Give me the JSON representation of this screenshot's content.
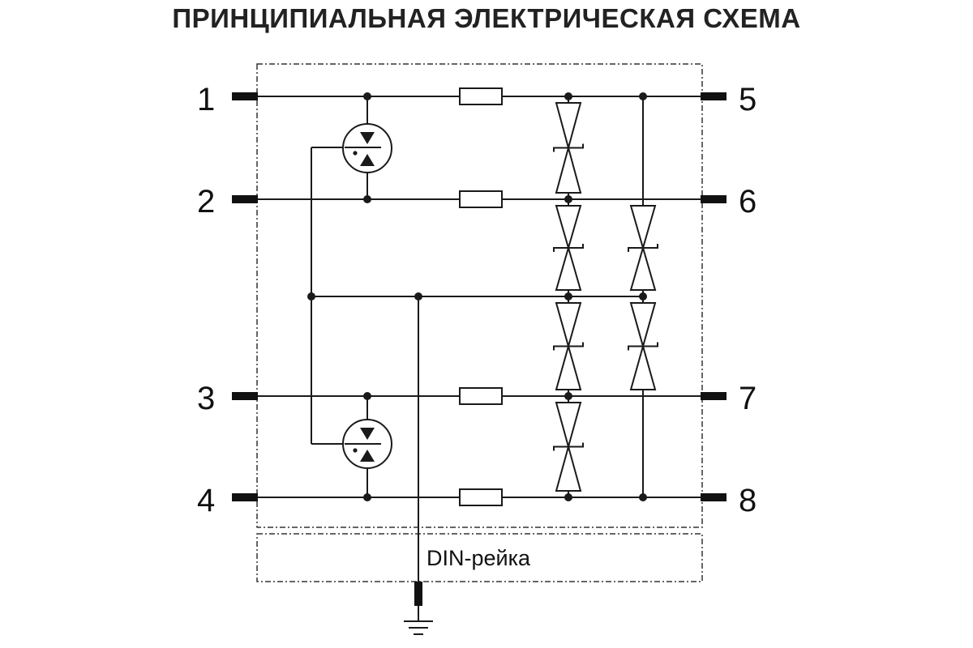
{
  "title": "ПРИНЦИПИАЛЬНАЯ ЭЛЕКТРИЧЕСКАЯ СХЕМА",
  "pins": {
    "left": [
      "1",
      "2",
      "3",
      "4"
    ],
    "right": [
      "5",
      "6",
      "7",
      "8"
    ]
  },
  "din_rail_label": "DIN-рейка",
  "colors": {
    "line": "#1a1a1a",
    "title": "#222222",
    "background": "#ffffff"
  }
}
